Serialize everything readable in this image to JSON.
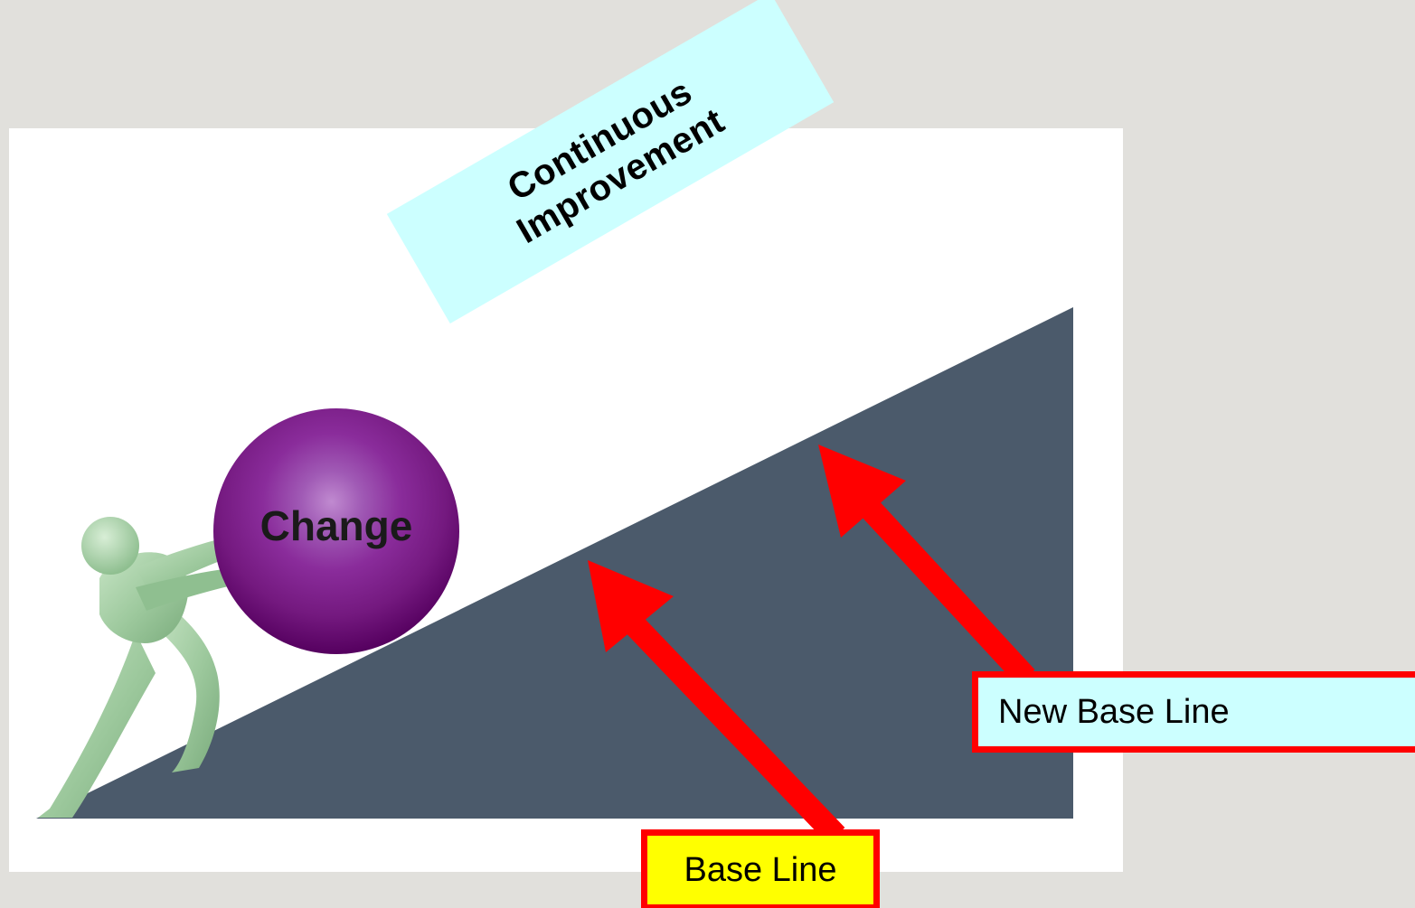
{
  "diagram": {
    "improvement_tag": {
      "line1": "Continuous",
      "line2": "Improvement"
    },
    "ball_label": "Change",
    "callouts": {
      "new_base_line": "New Base Line",
      "base_line": "Base Line"
    },
    "colors": {
      "background": "#e1e0dc",
      "panel": "#ffffff",
      "slope": "#4b5a6b",
      "ball": "#7a1f86",
      "figure": "#9cc89c",
      "tag_fill": "#ccffff",
      "base_line_fill": "#ffff00",
      "arrow": "#ff0000"
    },
    "icons": [
      "pushing-figure-icon",
      "change-ball-icon",
      "arrow-icon"
    ]
  }
}
